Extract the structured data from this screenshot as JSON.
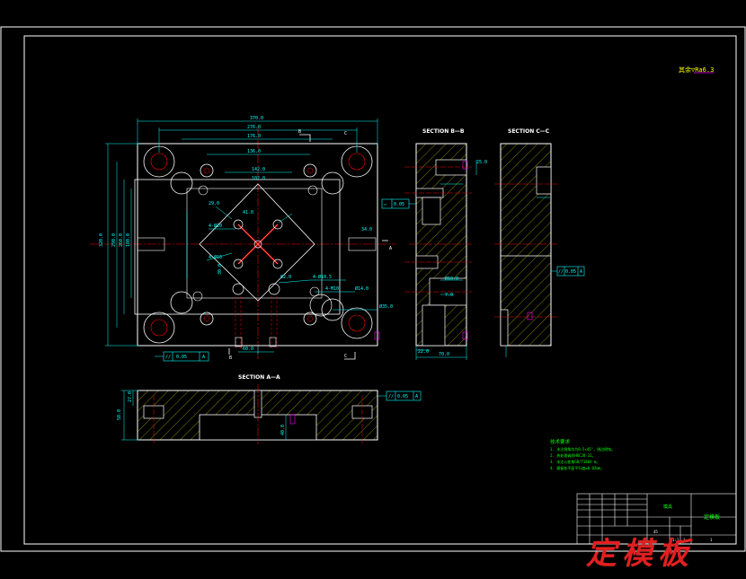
{
  "sheet": {
    "roughness_note": "其余▽Ra6.3",
    "watermark": "定模板",
    "colors": {
      "background": "#000000",
      "frame": "#ffffff",
      "outline": "#ffffff",
      "dimension": "#00ffff",
      "centerline": "#ff0000",
      "hatch": "#ffff00",
      "hidden": "#ff0000",
      "tolerance": "#00ffff",
      "accent_magenta": "#ff00ff",
      "watermark": "#e02020"
    }
  },
  "plan_view": {
    "dims": {
      "overall_width": "370.0",
      "width_2": "276.0",
      "width_3": "176.0",
      "width_4": "136.0",
      "center_1": "142.0",
      "center_2": "102.0",
      "height_total": "320.0",
      "height_2": "290.0",
      "height_3": "260.0",
      "height_4": "180.0",
      "diag_1": "29.0",
      "diag_2": "41.0",
      "dim_4x": "4-Ø10",
      "dim_4x_2": "4-Ø16",
      "depth_1": "30.0",
      "bottom_1": "60.0",
      "bottom_2": "62.0",
      "right_dim": "34.0",
      "right_label_1": "4-Ø10.5",
      "right_label_2": "4-M10",
      "right_label_3": "Ø14.0",
      "right_label_4": "Ø35.0"
    },
    "section_marks": {
      "a": "A",
      "b": "B",
      "c": "C"
    },
    "tolerance_parallel": {
      "symbol": "//",
      "value": "0.05",
      "datum": "A"
    }
  },
  "section_aa": {
    "title": "SECTION A—A",
    "dims": {
      "height": "50.0",
      "depth": "27.0",
      "pocket": "40.0"
    },
    "tolerance_parallel": {
      "symbol": "//",
      "value": "0.05",
      "datum": "A"
    }
  },
  "section_bb": {
    "title": "SECTION B—B",
    "dims": {
      "top": "25.0",
      "mid": "Ø10.0",
      "bot": "7.0",
      "width": "70.0",
      "base": "22.0"
    },
    "tolerance_flat": {
      "symbol": "▱",
      "value": "0.05"
    }
  },
  "section_cc": {
    "title": "SECTION C—C",
    "tolerance_parallel": {
      "symbol": "//",
      "value": "0.05",
      "datum": "A"
    }
  },
  "tech_notes": {
    "heading": "技术要求",
    "lines": [
      "1. 未注倒角均为0.5×45°，锐边倒钝。",
      "2. 热处理调质HRC28-32。",
      "3. 未注公差按GB/T1804-m。",
      "4. 模板各平面平行度≤0.02mm。"
    ]
  },
  "title_block": {
    "part_name": "定模板",
    "company": "模具",
    "material": "45",
    "scale": "1:1",
    "sheet": "1",
    "total": "1"
  }
}
